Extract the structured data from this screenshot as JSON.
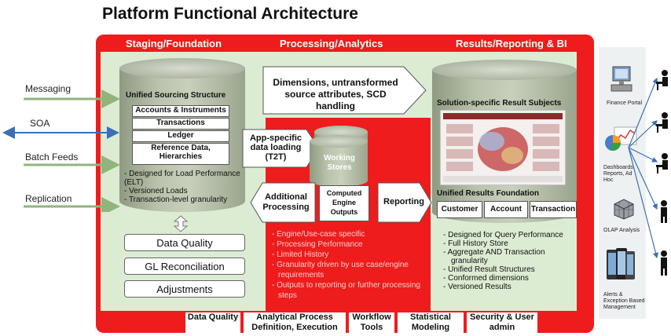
{
  "title": "Platform Functional Architecture",
  "columns": {
    "staging": "Staging/Foundation",
    "processing": "Processing/Analytics",
    "results": "Results/Reporting & BI"
  },
  "inputs": [
    "Messaging",
    "SOA",
    "Batch Feeds",
    "Replication"
  ],
  "sourcing": {
    "title": "Unified Sourcing Structure",
    "boxes": [
      "Accounts & Instruments",
      "Transactions",
      "Ledger",
      "Reference Data, Hierarchies"
    ],
    "bullets": [
      "Designed for Load Performance (ELT)",
      "Versioned Loads",
      "Transaction-level granularity"
    ]
  },
  "staging_tools": [
    "Data Quality",
    "GL Reconciliation",
    "Adjustments"
  ],
  "processing": {
    "dimensions_arrow": "Dimensions, untransformed source attributes, SCD handling",
    "app_loading": "App-specific data loading (T2T)",
    "working_stores": "Working Stores",
    "additional": "Additional Processing",
    "computed": "Computed Engine Outputs",
    "reporting": "Reporting",
    "bullets": [
      "Engine/Use-case specific",
      "Processing Performance",
      "Limited History",
      "Granularity driven by use case/engine requirements",
      "Outputs to reporting or further processing steps"
    ]
  },
  "results": {
    "subjects_title": "Solution-specific Result Subjects",
    "foundation_title": "Unified Results Foundation",
    "dims": [
      "Customer",
      "Account",
      "Transaction"
    ],
    "bullets": [
      "Designed for Query Performance",
      "Full History Store",
      "Aggregate AND Transaction granularity",
      "Unified Result Structures",
      "Conformed dimensions",
      "Versioned Results"
    ]
  },
  "footer": [
    "Data Quality",
    "Analytical Process Definition, Execution",
    "Workflow Tools",
    "Statistical Modeling",
    "Security & User admin"
  ],
  "consumers": [
    "Finance Portal",
    "Dashboards, Reports, Ad Hoc",
    "OLAP Analysis",
    "Alerts & Exception Based Management"
  ],
  "colors": {
    "frame": "#ee1c1c",
    "green": "#dcecd3",
    "arrow_green": "#8fb57d",
    "arrow_blue": "#3b6fb6"
  }
}
